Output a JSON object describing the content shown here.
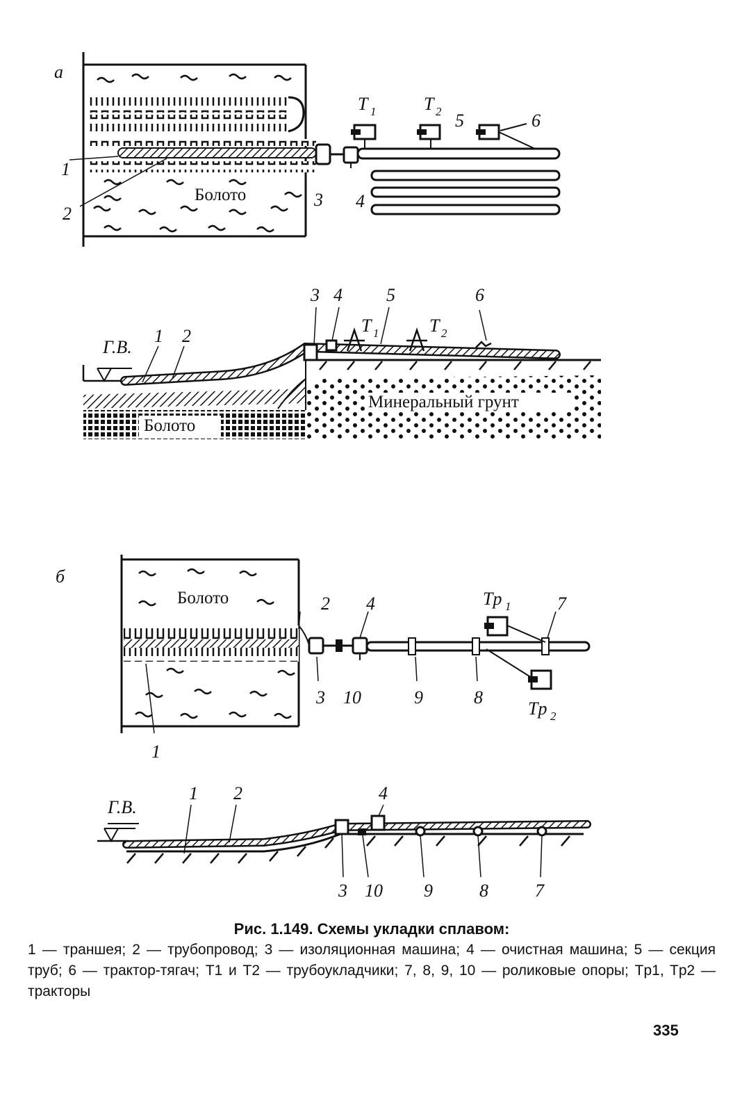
{
  "panel_a": {
    "letter": "a",
    "plan": {
      "swamp_label": "Болото",
      "labels": {
        "n1": "1",
        "n2": "2",
        "n3": "3",
        "n4": "4",
        "n5": "5",
        "n6": "6",
        "t1": "T",
        "t1_sub": "1",
        "t2": "T",
        "t2_sub": "2"
      }
    },
    "profile": {
      "water_level": "Г.В.",
      "swamp_label": "Болото",
      "ground_label": "Минеральный грунт",
      "labels": {
        "n1": "1",
        "n2": "2",
        "n3": "3",
        "n4": "4",
        "n5": "5",
        "n6": "6",
        "t1": "T",
        "t1_sub": "1",
        "t2": "T",
        "t2_sub": "2"
      }
    }
  },
  "panel_b": {
    "letter": "б",
    "plan": {
      "swamp_label": "Болото",
      "labels": {
        "n1": "1",
        "n2": "2",
        "n3": "3",
        "n4": "4",
        "n7": "7",
        "n8": "8",
        "n9": "9",
        "n10": "10",
        "tp1": "Tp",
        "tp1_sub": "1",
        "tp2": "Tp",
        "tp2_sub": "2"
      }
    },
    "profile": {
      "water_level": "Г.В.",
      "labels": {
        "n1": "1",
        "n2": "2",
        "n3": "3",
        "n4": "4",
        "n7": "7",
        "n8": "8",
        "n9": "9",
        "n10": "10"
      }
    }
  },
  "caption": {
    "title": "Рис. 1.149. Схемы укладки сплавом:",
    "legend": "1 — траншея; 2 — трубопровод; 3 — изоляционная машина; 4 — очистная машина; 5 — секция труб; 6 — трактор-тягач; T1 и T2 — трубоукладчики; 7, 8, 9, 10 — роликовые опоры; Tp1, Tp2 — тракторы"
  },
  "page_number": "335"
}
